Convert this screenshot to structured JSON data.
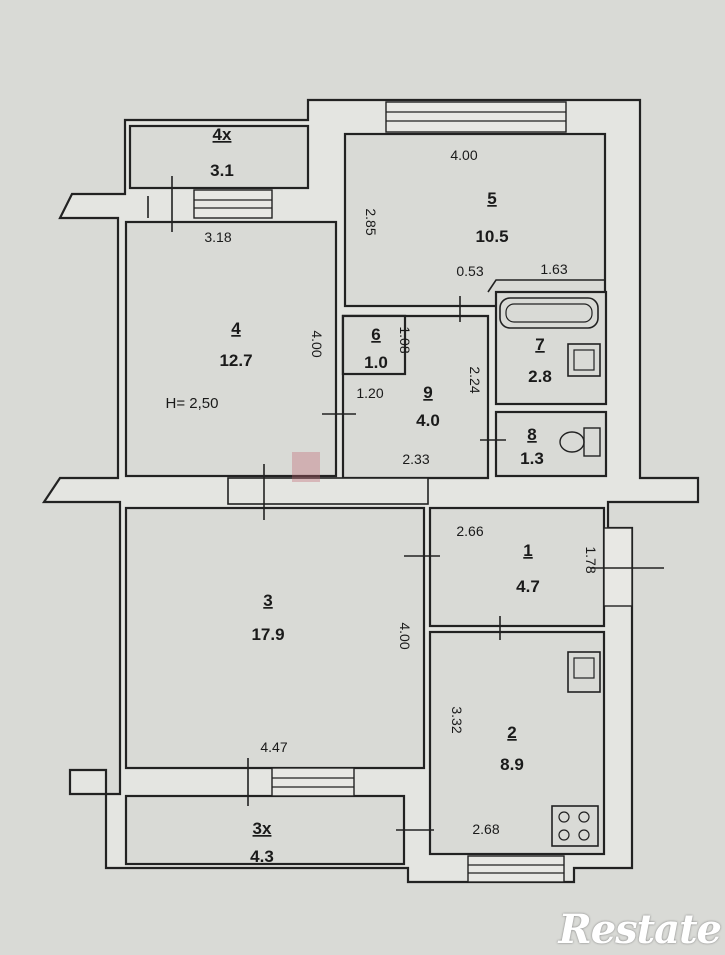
{
  "rooms": [
    {
      "num": "4х",
      "area": "3.1"
    },
    {
      "num": "5",
      "area": "10.5"
    },
    {
      "num": "4",
      "area": "12.7"
    },
    {
      "num": "6",
      "area": "1.0"
    },
    {
      "num": "7",
      "area": "2.8"
    },
    {
      "num": "9",
      "area": "4.0"
    },
    {
      "num": "8",
      "area": "1.3"
    },
    {
      "num": "3",
      "area": "17.9"
    },
    {
      "num": "1",
      "area": "4.7"
    },
    {
      "num": "2",
      "area": "8.9"
    },
    {
      "num": "3х",
      "area": "4.3"
    }
  ],
  "dims": {
    "d400_top": "4.00",
    "d318": "3.18",
    "d285": "2.85",
    "d053": "0.53",
    "d163": "1.63",
    "d400_room4": "4.00",
    "d108": "1.08",
    "d224": "2.24",
    "d120": "1.20",
    "d233": "2.33",
    "d266": "2.66",
    "d178": "1.78",
    "d400_room3": "4.00",
    "d332": "3.32",
    "d447": "4.47",
    "d268": "2.68"
  },
  "ceiling_height": "Н= 2,50",
  "brand": "Restate"
}
